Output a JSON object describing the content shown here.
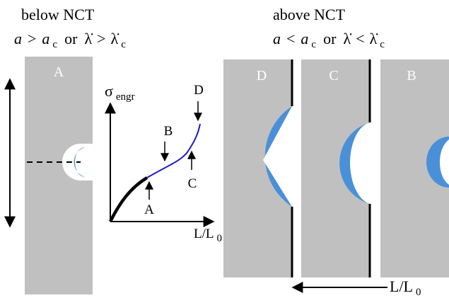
{
  "left_heading": {
    "title": "below NCT",
    "condition": {
      "a": "a",
      "op1": ">",
      "ac": "a",
      "ac_sub": "c",
      "or": "or",
      "lambda": "λ̇",
      "op2": ">",
      "lc": "λ̇",
      "lc_sub": "c"
    }
  },
  "right_heading": {
    "title": "above NCT",
    "condition": {
      "a": "a",
      "op1": "<",
      "ac": "a",
      "ac_sub": "c",
      "or": "or",
      "lambda": "λ̇",
      "op2": "<",
      "lc": "λ̇",
      "lc_sub": "c"
    }
  },
  "plates": {
    "a": "A",
    "b": "B",
    "c": "C",
    "d": "D"
  },
  "graph": {
    "y_label": "σ",
    "y_label_sub": "engr",
    "x_label": "L/L",
    "x_label_sub": "0",
    "points": {
      "a": "A",
      "b": "B",
      "c": "C",
      "d": "D"
    },
    "curve_colors": {
      "below_nct": "#000000",
      "above_nct": "#1a1acc"
    }
  },
  "bottom_axis": {
    "label": "L/L",
    "label_sub": "0"
  },
  "colors": {
    "plate": "#c0c0c0",
    "crack": "#4a90d9",
    "edge": "#000000"
  }
}
